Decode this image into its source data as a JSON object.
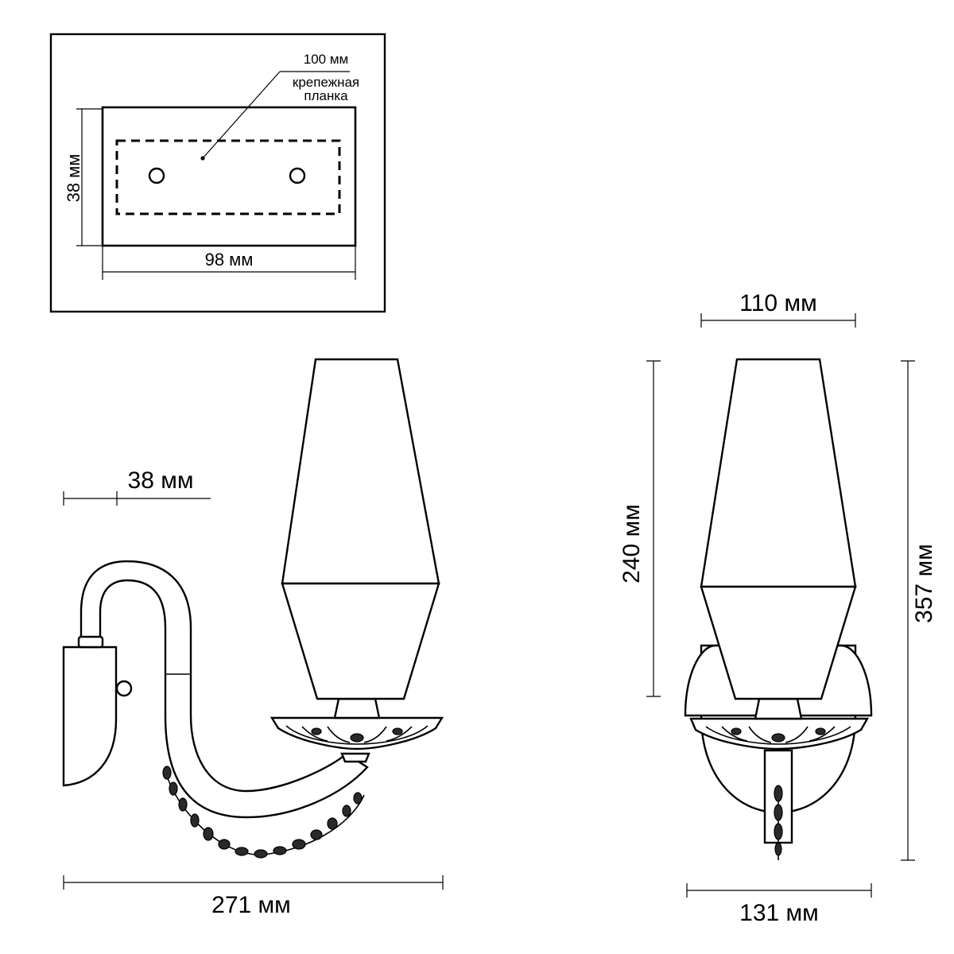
{
  "mounting_plate": {
    "width_label": "98 мм",
    "height_label": "38 мм",
    "screw_spacing_label": "100 мм",
    "callout_line1": "крепежная",
    "callout_line2": "планка"
  },
  "side_view": {
    "projection_label": "38 мм",
    "total_width_label": "271 мм"
  },
  "front_view": {
    "shade_width_label": "110 мм",
    "shade_height_label": "240 мм",
    "total_height_label": "357 мм",
    "base_width_label": "131 мм"
  }
}
